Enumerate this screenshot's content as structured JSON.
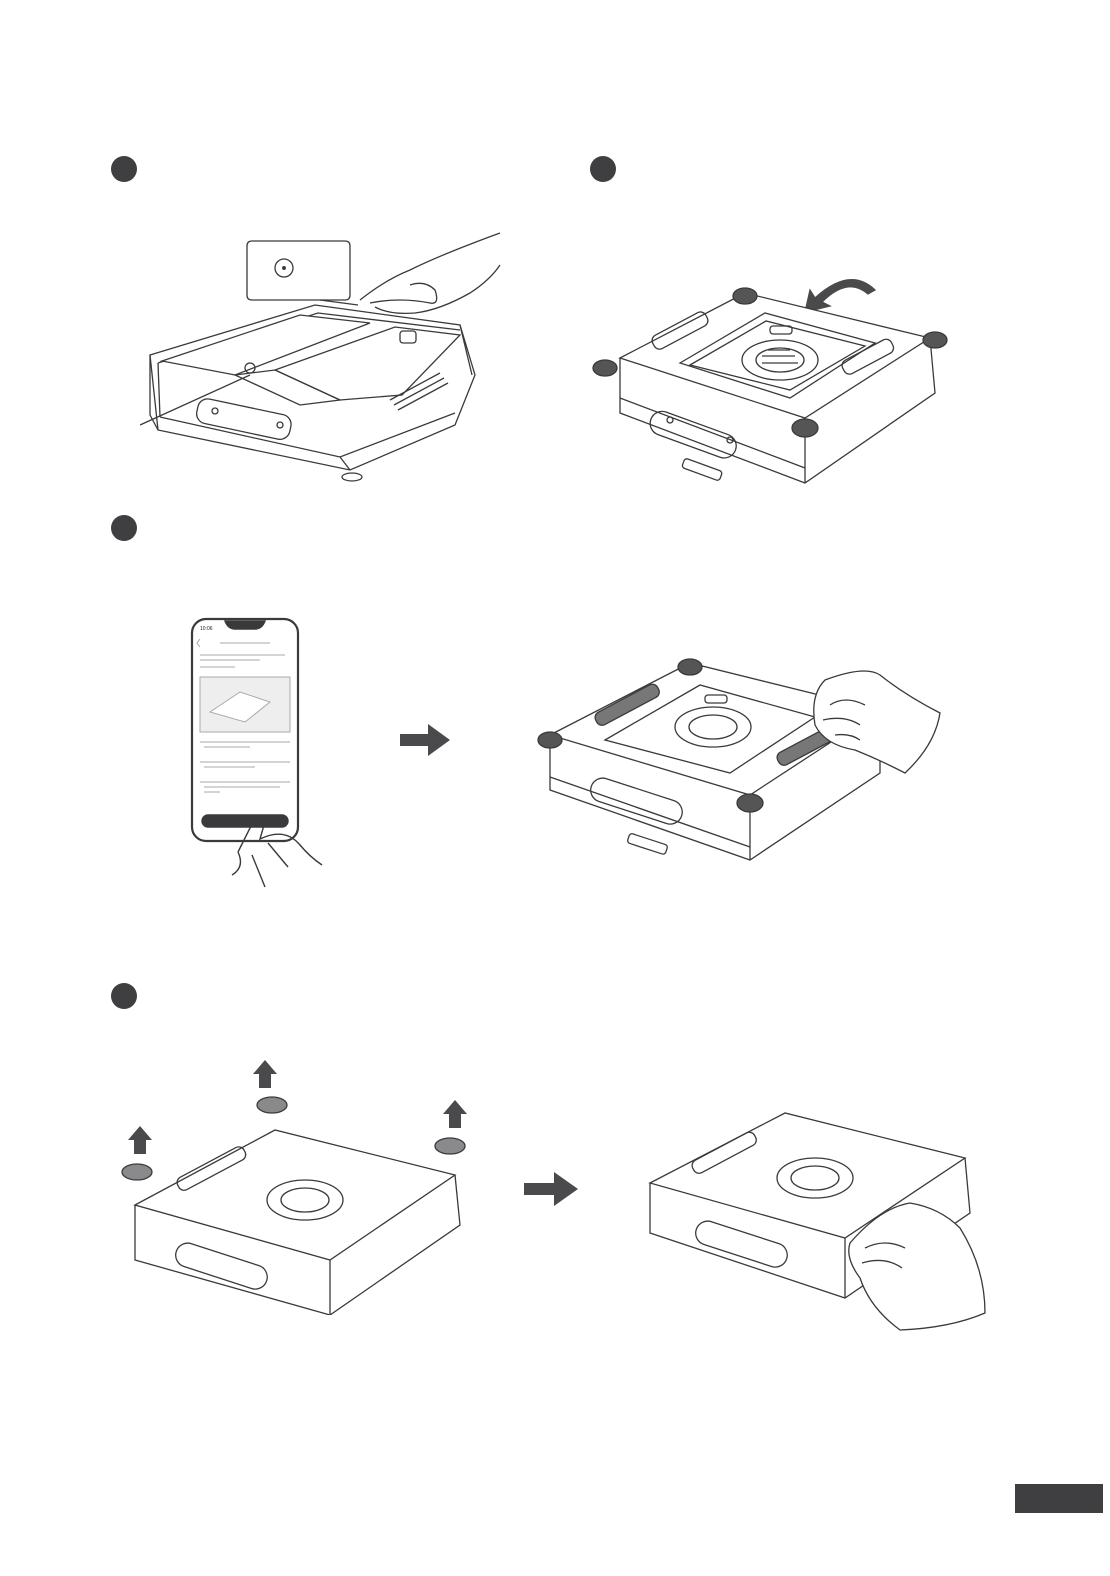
{
  "steps": [
    {
      "id": "step-1"
    },
    {
      "id": "step-2"
    },
    {
      "id": "step-3"
    },
    {
      "id": "step-4"
    }
  ],
  "phone": {
    "status_time": "10:06"
  },
  "colors": {
    "badge": "#3f3f42",
    "line": "#3a3a3c",
    "fill_light": "#ffffff",
    "pad_gray": "#8a8a8c",
    "arrow": "#4a4a4d"
  },
  "icons": [
    "power-button-callout",
    "rotate-arrow-icon",
    "next-arrow-icon",
    "lift-arrow-icon"
  ]
}
